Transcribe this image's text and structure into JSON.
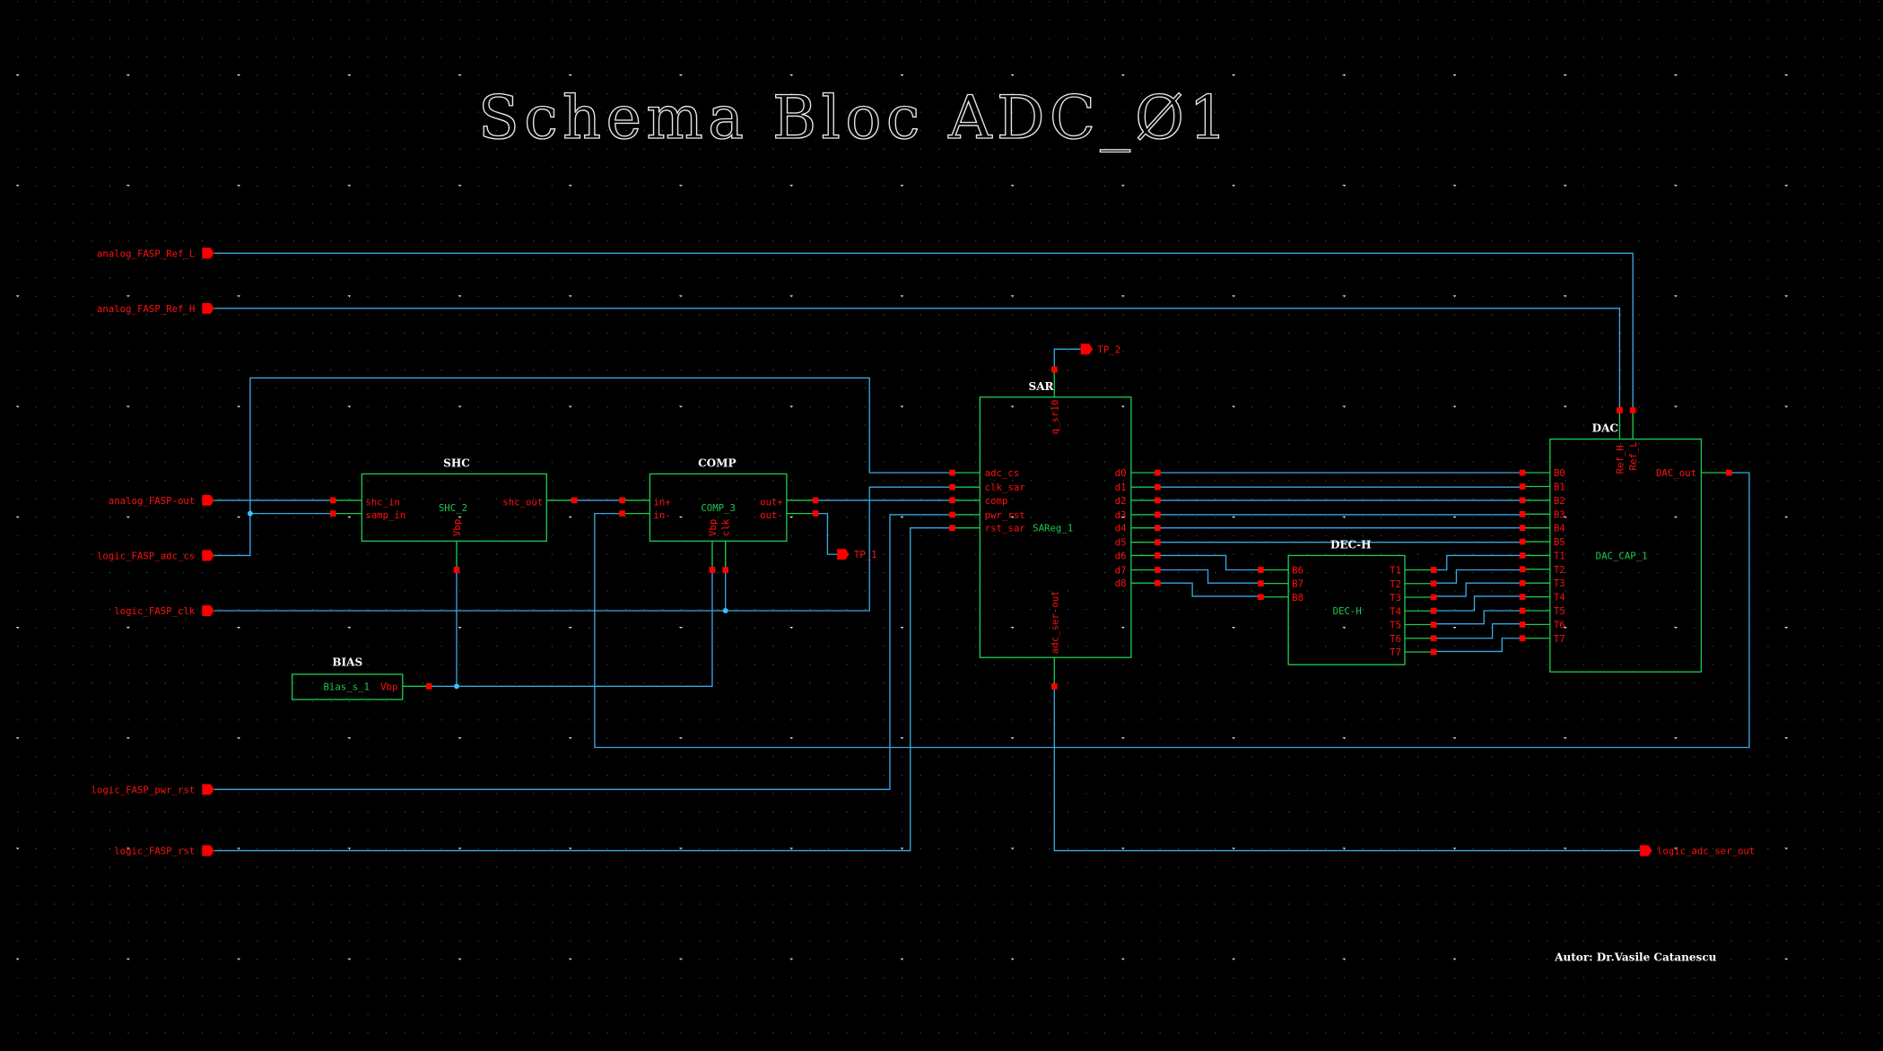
{
  "title": "Schema Bloc ADC_Ø1",
  "author": "Autor: Dr.Vasile Catanescu",
  "ports": {
    "ref_l": "analog_FASP_Ref_L",
    "ref_h": "analog_FASP_Ref_H",
    "out": "analog_FASP-out",
    "adc_cs": "logic_FASP_adc_cs",
    "clk": "logic_FASP_clk",
    "pwr_rst": "logic_FASP_pwr_rst",
    "rst": "logic_FASP_rst",
    "ser_out": "logic_adc_ser_out",
    "tp1": "TP_1",
    "tp2": "TP_2"
  },
  "blocks": {
    "shc": {
      "title": "SHC",
      "inst": "SHC_2",
      "pins": {
        "in": "shc_in",
        "samp": "samp_in",
        "out": "shc_out",
        "vbp": "Vbp"
      }
    },
    "comp": {
      "title": "COMP",
      "inst": "COMP_3",
      "pins": {
        "inp": "in+",
        "inn": "in-",
        "outp": "out+",
        "outn": "out-",
        "vbp": "Vbp",
        "clk": "clk"
      }
    },
    "bias": {
      "title": "BIAS",
      "inst": "Bias_s_1",
      "pins": {
        "vbp": "Vbp"
      }
    },
    "sar": {
      "title": "SAR",
      "inst": "SAReg_1",
      "pins": {
        "top": "q_sr10",
        "bottom": "adc_ser-out",
        "left": [
          "adc_cs",
          "clk_sar",
          "comp",
          "pwr_rst",
          "rst_sar"
        ],
        "right": [
          "d0",
          "d1",
          "d2",
          "d3",
          "d4",
          "d5",
          "d6",
          "d7",
          "d8"
        ]
      }
    },
    "dec": {
      "title": "DEC-H",
      "inst": "DEC-H",
      "pins": {
        "left": [
          "B6",
          "B7",
          "B8"
        ],
        "right": [
          "T1",
          "T2",
          "T3",
          "T4",
          "T5",
          "T6",
          "T7"
        ]
      }
    },
    "dac": {
      "title": "DAC",
      "inst": "DAC_CAP_1",
      "pins": {
        "ref_h": "Ref_H",
        "ref_l": "Ref_L",
        "out": "DAC_out",
        "left": [
          "B0",
          "B1",
          "B2",
          "B3",
          "B4",
          "B5",
          "T1",
          "T2",
          "T3",
          "T4",
          "T5",
          "T6",
          "T7"
        ]
      }
    }
  },
  "colors": {
    "wire": "#3aa7e0",
    "symbol": "#1ec850",
    "pin": "#ff0000",
    "background": "#000000"
  }
}
